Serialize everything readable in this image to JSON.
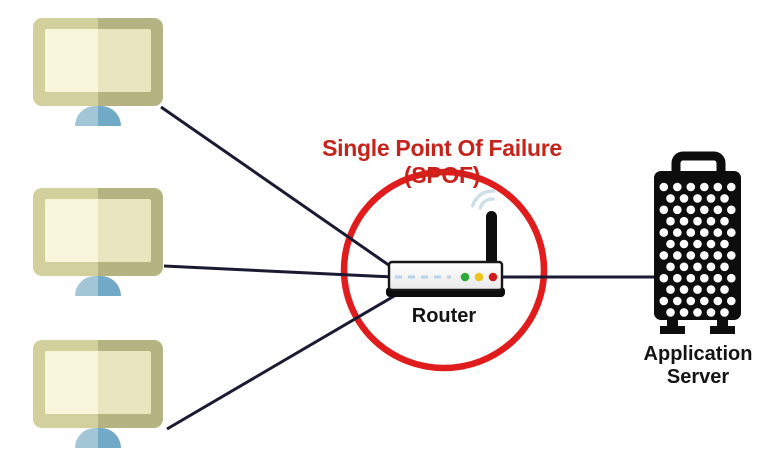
{
  "diagram": {
    "title": "Single Point Of Failure (SPOF)",
    "nodes": {
      "clients": [
        {
          "id": "computer-1",
          "type": "desktop-computer"
        },
        {
          "id": "computer-2",
          "type": "desktop-computer"
        },
        {
          "id": "computer-3",
          "type": "desktop-computer"
        }
      ],
      "router": {
        "label": "Router",
        "spof": true,
        "leds": [
          "green",
          "amber",
          "red"
        ]
      },
      "server": {
        "label_line1": "Application",
        "label_line2": "Server"
      }
    },
    "connections": [
      {
        "from": "computer-1",
        "to": "router"
      },
      {
        "from": "computer-2",
        "to": "router"
      },
      {
        "from": "computer-3",
        "to": "router"
      },
      {
        "from": "router",
        "to": "application-server"
      }
    ],
    "colors": {
      "connection_line": "#1a1a33",
      "spof_circle": "#e11c1c",
      "title_red": "#c5231b",
      "led_green": "#2fa83c",
      "led_amber": "#eec31c",
      "led_red": "#cf1d1d",
      "wifi_wave": "#cfdfe9",
      "router_dash": "#b9d3ea",
      "server_black": "#0d0d0d",
      "monitor_frame": "#c3c18c",
      "monitor_screen": "#f2efcc",
      "monitor_stand": "#8cbbd0"
    }
  }
}
